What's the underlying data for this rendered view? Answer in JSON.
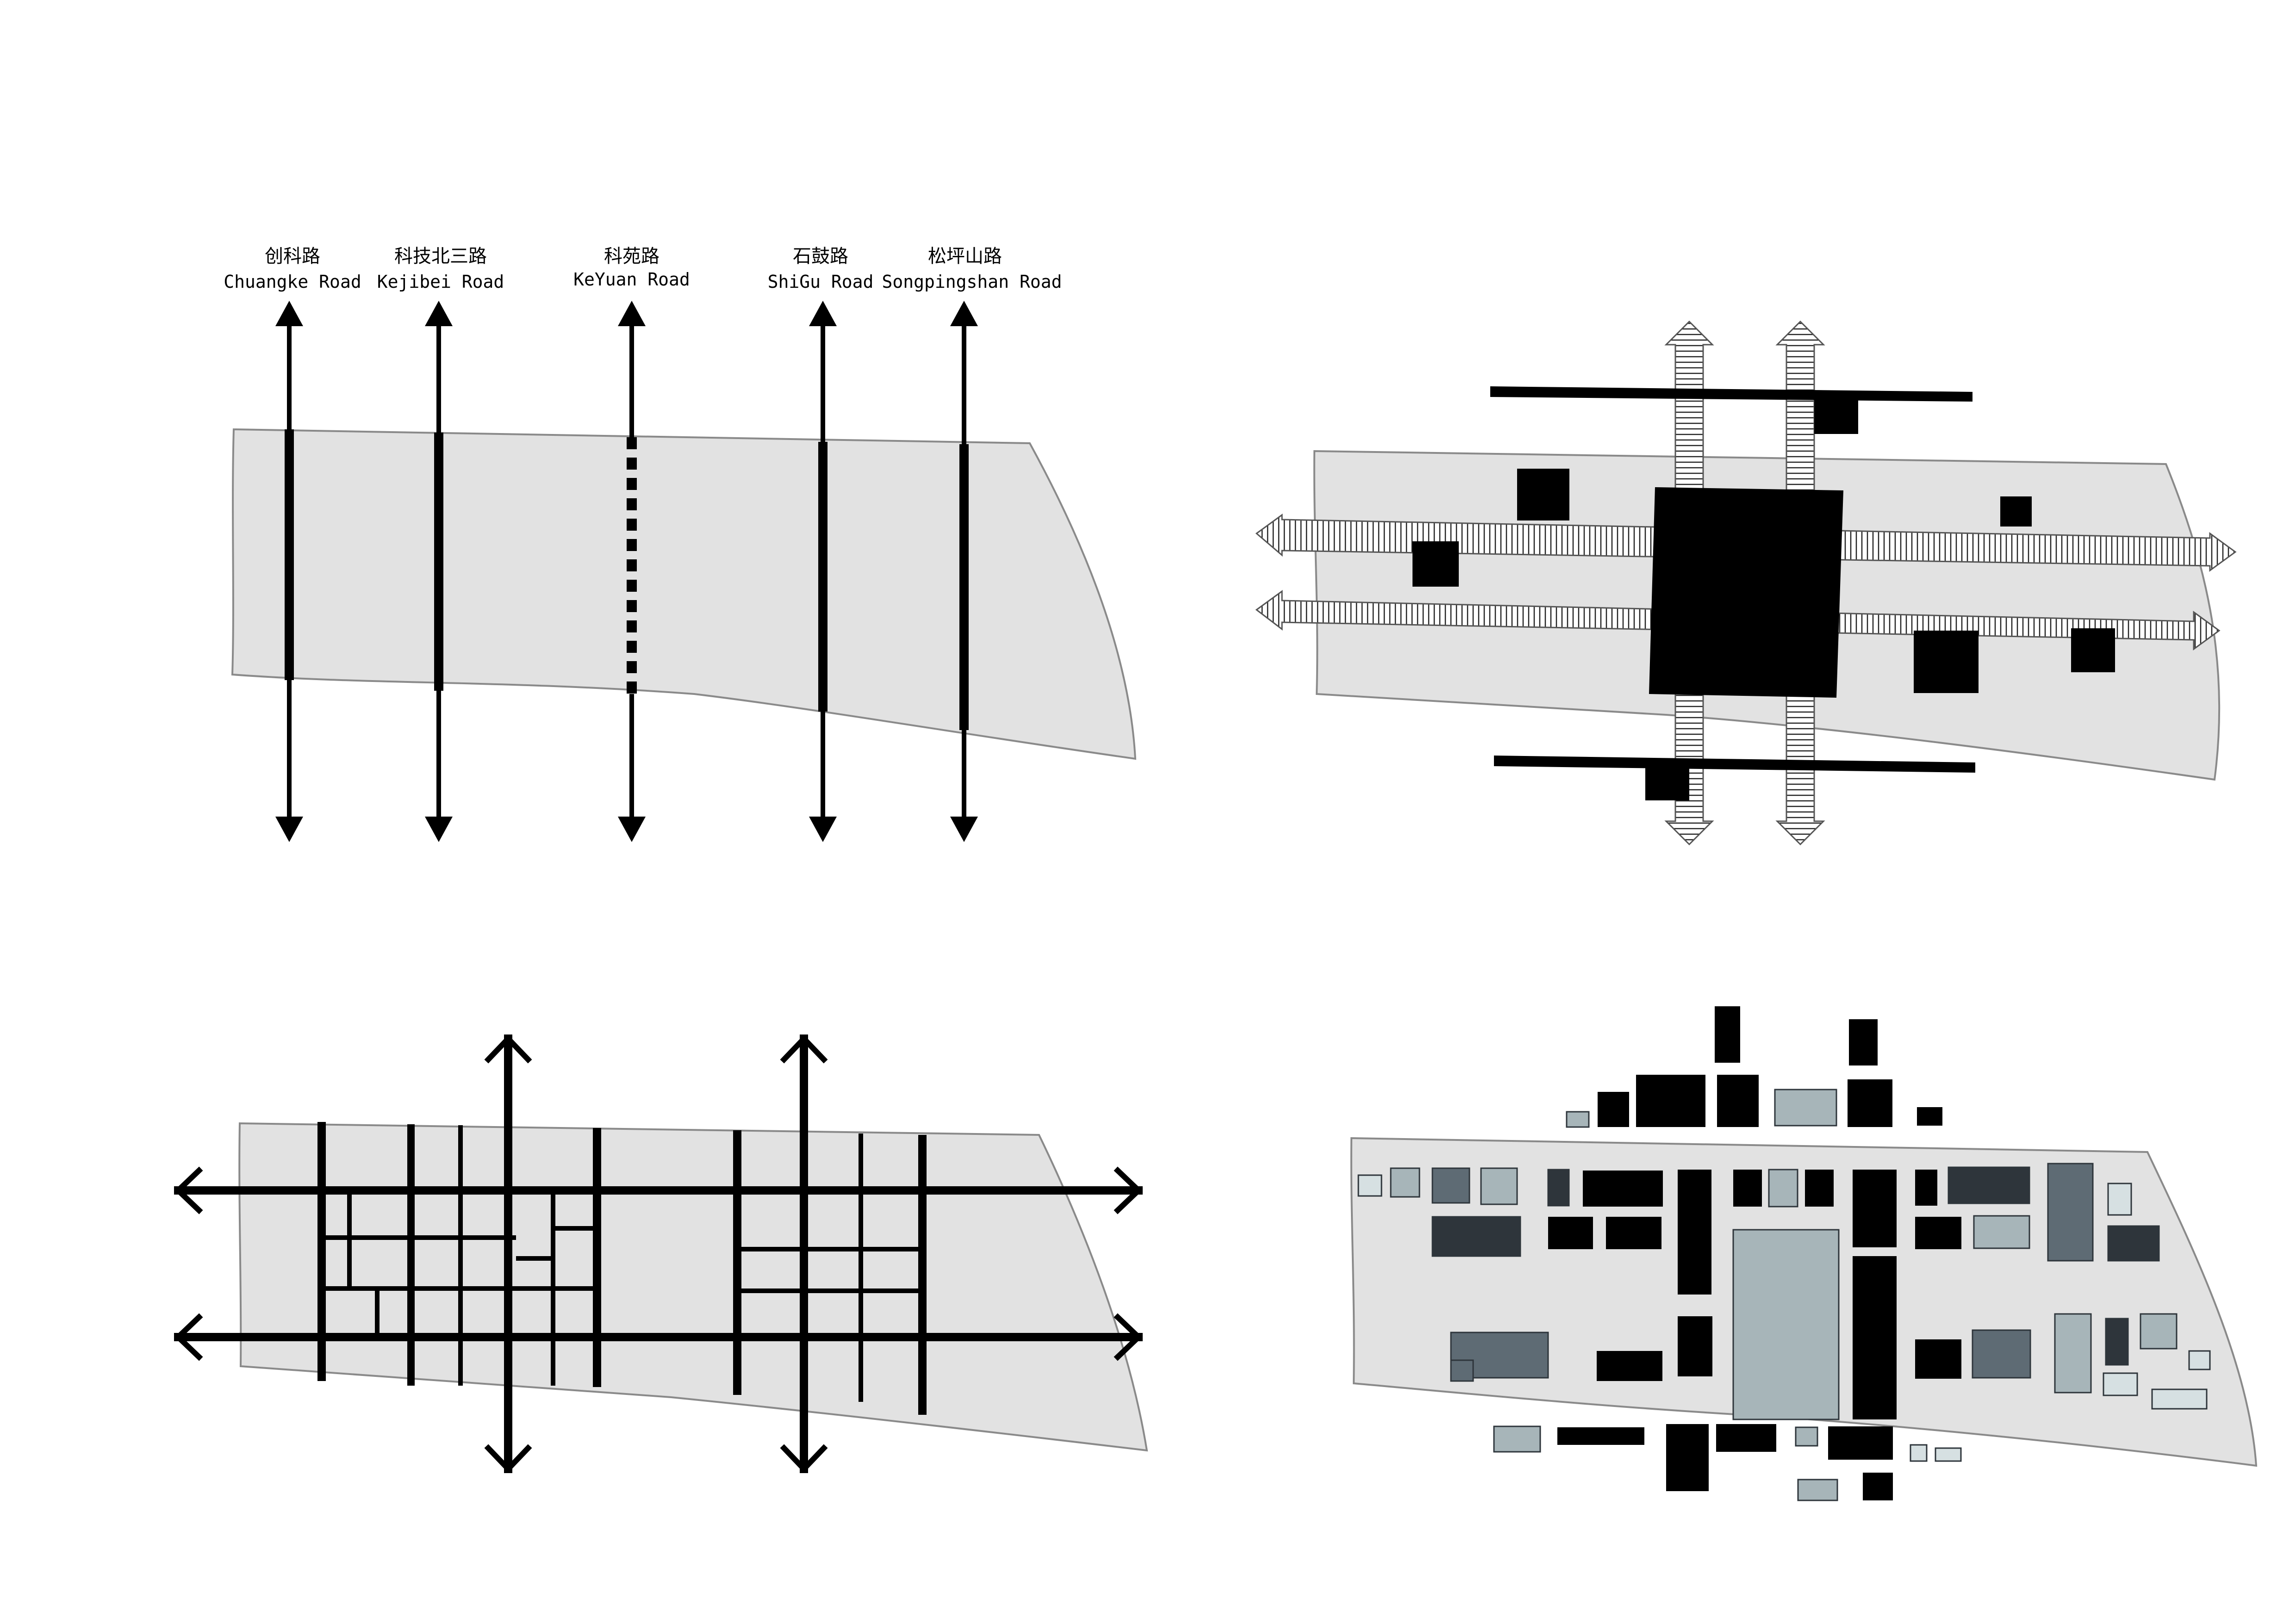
{
  "diagram": {
    "panels": [
      {
        "id": "road-network",
        "description_label": ""
      },
      {
        "id": "axis-core",
        "description_label": ""
      },
      {
        "id": "street-grid",
        "description_label": ""
      },
      {
        "id": "building-massing",
        "description_label": ""
      }
    ],
    "roads": [
      {
        "cn": "创科路",
        "en": "Chuangke Road",
        "style": "solid"
      },
      {
        "cn": "科技北三路",
        "en": "Kejibei Road",
        "style": "solid"
      },
      {
        "cn": "科苑路",
        "en": "KeYuan Road",
        "style": "dashed"
      },
      {
        "cn": "石鼓路",
        "en": "ShiGu Road",
        "style": "solid"
      },
      {
        "cn": "松坪山路",
        "en": "Songpingshan Road",
        "style": "solid"
      }
    ],
    "colors": {
      "site_fill": "#e2e2e2",
      "site_stroke": "#8a8a8a",
      "ink": "#000000",
      "block_dark": "#2e353b",
      "block_mid": "#5e6b74",
      "block_light": "#a7b5b9",
      "block_pale": "#d6e0e2"
    },
    "icons": [
      "double-arrow-icon",
      "hatched-arrow-icon"
    ]
  }
}
